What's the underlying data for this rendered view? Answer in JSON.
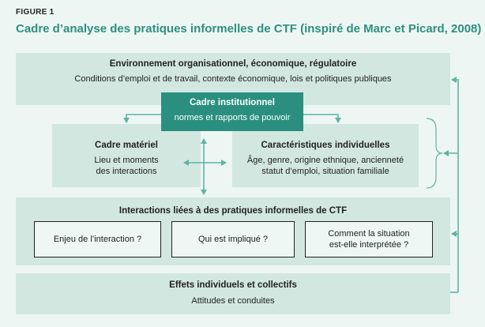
{
  "figure": {
    "label": "FIGURE 1",
    "title": "Cadre d’analyse des pratiques informelles de CTF (inspiré de Marc et Picard, 2008)"
  },
  "environment": {
    "title": "Environnement organisationnel, économique, régulatoire",
    "subtitle": "Conditions d’emploi et de travail, contexte économique, lois et politiques publiques"
  },
  "institutional": {
    "title": "Cadre institutionnel",
    "subtitle": "normes et rapports de pouvoir"
  },
  "material": {
    "title": "Cadre matériel",
    "lines": [
      "Lieu et moments",
      "des interactions"
    ]
  },
  "individual": {
    "title": "Caractéristiques individuelles",
    "lines": [
      "Âge, genre, origine ethnique, ancienneté",
      "statut d’emploi, situation familiale"
    ]
  },
  "interactions": {
    "title": "Interactions liées à des pratiques informelles de CTF",
    "questions": [
      {
        "lines": [
          "Enjeu de l’interaction ?"
        ]
      },
      {
        "lines": [
          "Qui est impliqué ?"
        ]
      },
      {
        "lines": [
          "Comment la situation",
          "est-elle interprétée ?"
        ]
      }
    ]
  },
  "effects": {
    "title": "Effets individuels et collectifs",
    "subtitle": "Attitudes et conduites"
  },
  "colors": {
    "background": "#edf6f3",
    "box": "#d2e7e0",
    "accent": "#2a8f7f",
    "arrow": "#5fb3a3"
  }
}
